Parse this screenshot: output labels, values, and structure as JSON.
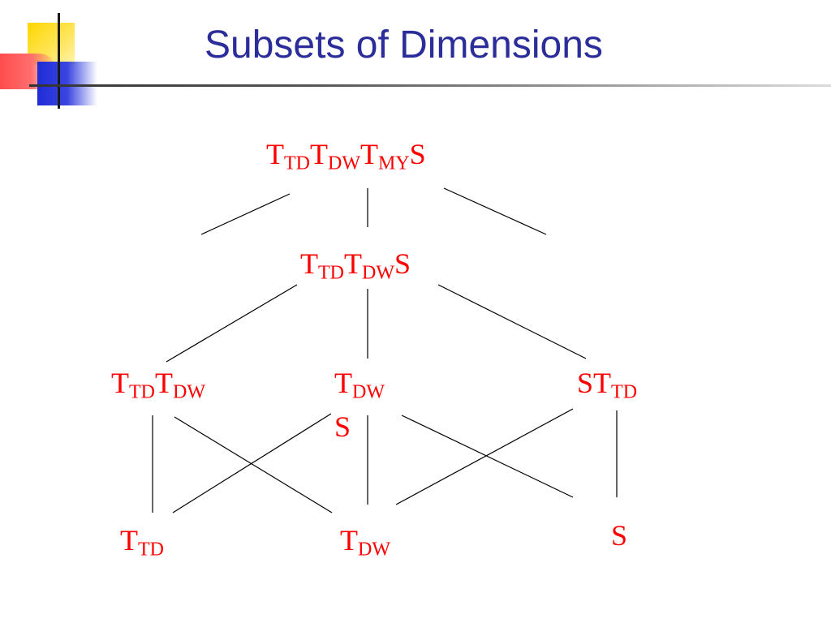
{
  "slide": {
    "title": "Subsets of Dimensions"
  },
  "lattice": {
    "nodes": {
      "top": [
        [
          "T",
          "TD"
        ],
        [
          "T",
          "DW"
        ],
        [
          "T",
          "MY"
        ],
        [
          "S",
          ""
        ]
      ],
      "mid": [
        [
          "T",
          "TD"
        ],
        [
          "T",
          "DW"
        ],
        [
          "S",
          ""
        ]
      ],
      "td_dw": [
        [
          "T",
          "TD"
        ],
        [
          "T",
          "DW"
        ]
      ],
      "dw_s": [
        [
          "T",
          "DW"
        ]
      ],
      "dw_s_tail": "S",
      "s_td": [
        [
          "S",
          ""
        ],
        [
          "T",
          "TD"
        ]
      ],
      "td": [
        [
          "T",
          "TD"
        ]
      ],
      "dw": [
        [
          "T",
          "DW"
        ]
      ],
      "s": [
        [
          "S",
          ""
        ]
      ]
    }
  },
  "colors": {
    "title": "#2b2e9a",
    "node_text": "#ff0000",
    "edge": "#000000"
  }
}
